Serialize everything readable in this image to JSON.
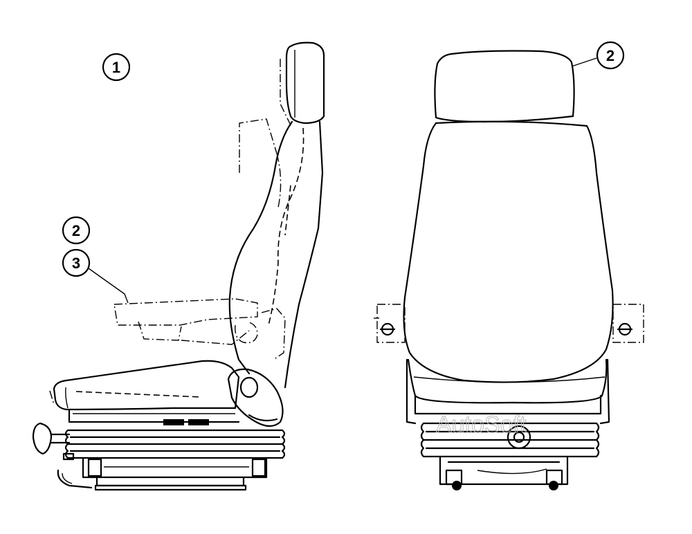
{
  "callouts": {
    "side_view_1": "1",
    "side_view_2": "2",
    "side_view_3": "3",
    "front_view_2": "2"
  },
  "watermark": "AutoSoft",
  "colors": {
    "line": "#000000",
    "background": "#ffffff",
    "watermark": "#bdbdbd"
  }
}
